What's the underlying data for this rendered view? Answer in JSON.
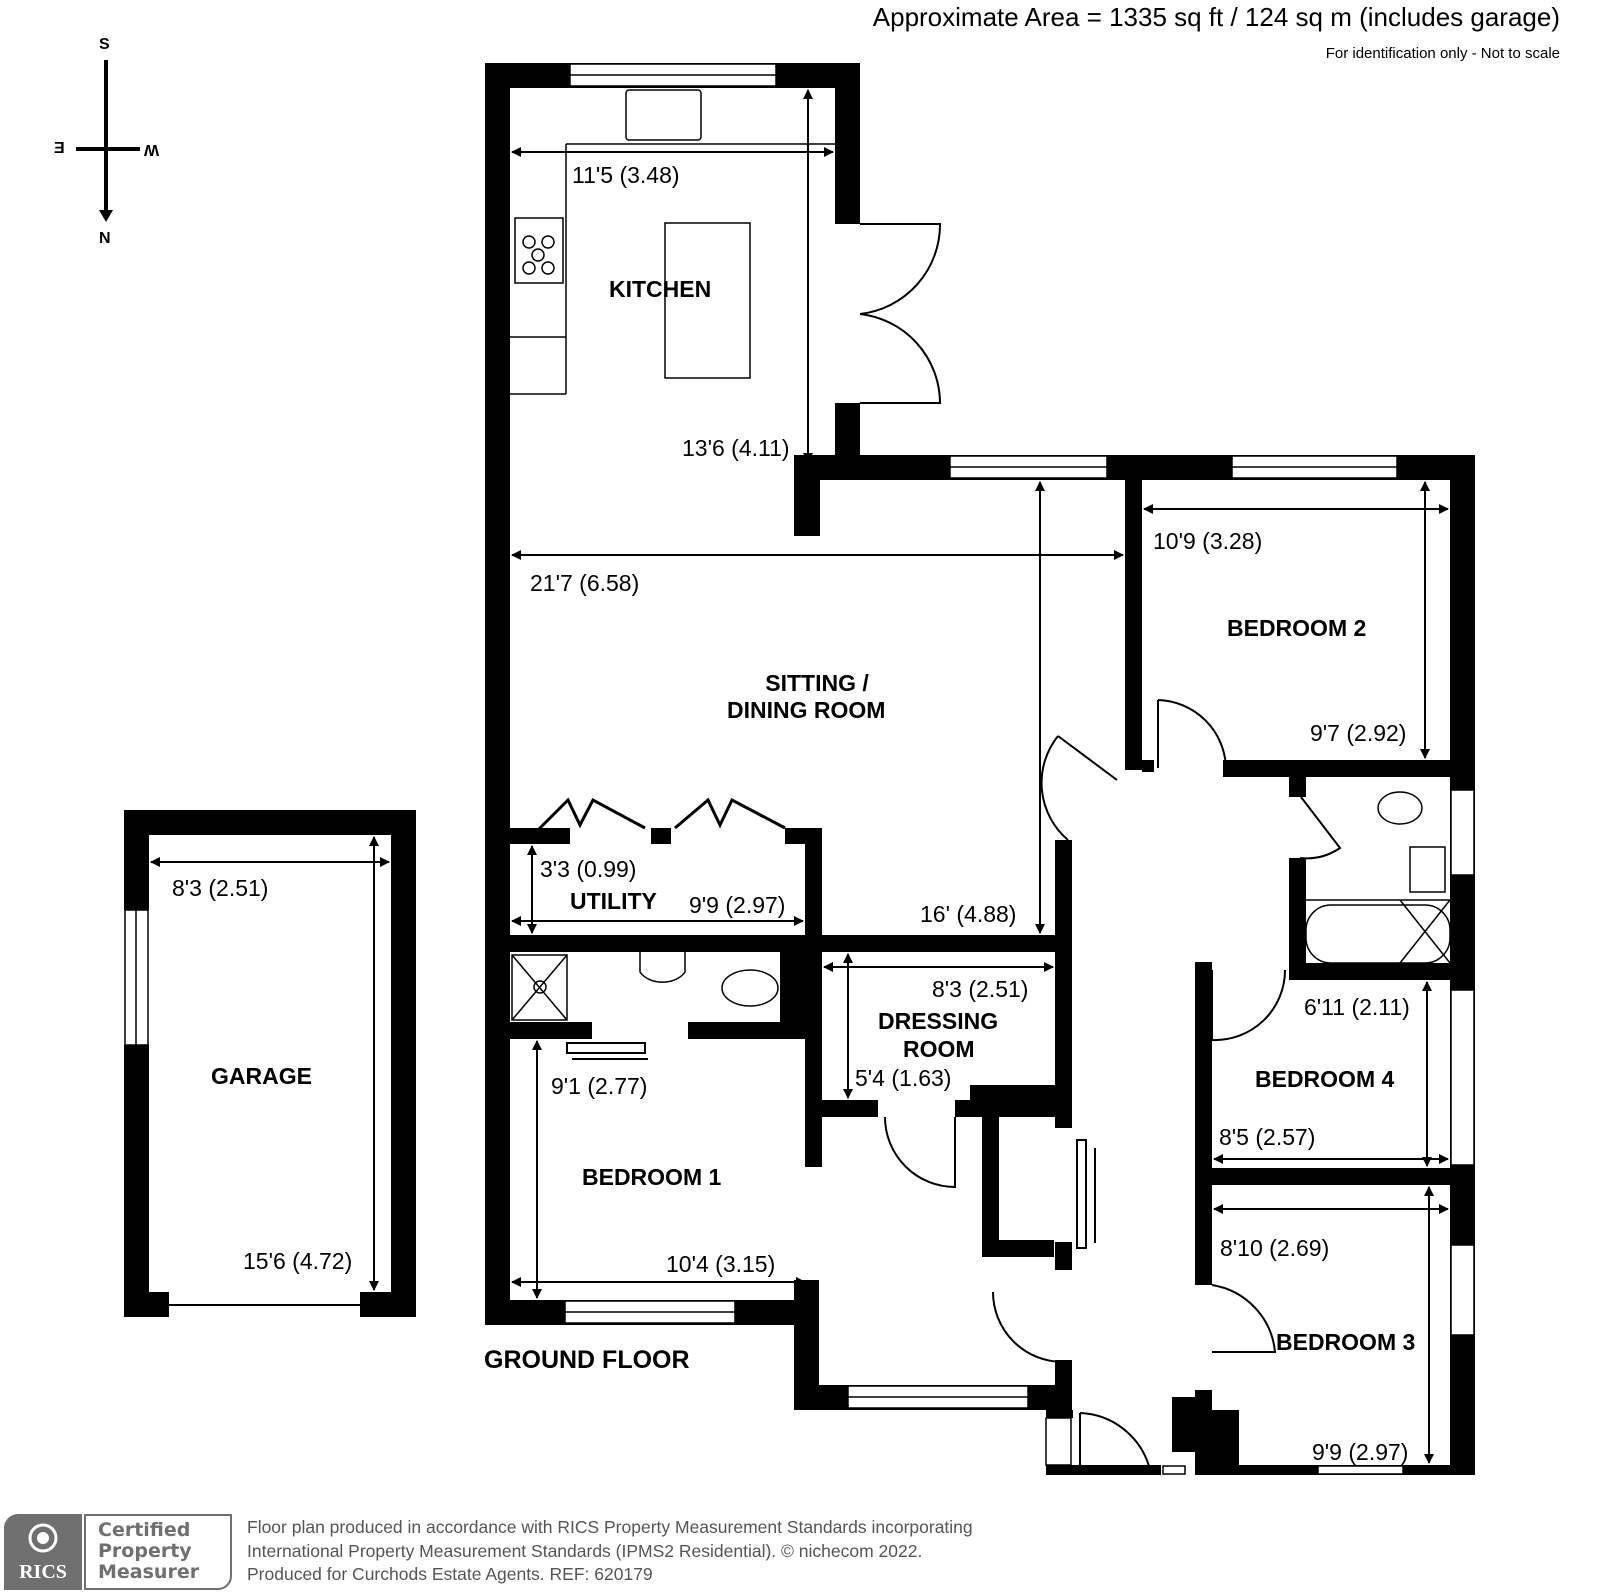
{
  "header": {
    "approximate_area": "Approximate Area = 1335 sq ft / 124 sq m (includes garage)",
    "disclaimer": "For identification only - Not to scale"
  },
  "compass": {
    "top": "S",
    "bottom": "N",
    "left": "E",
    "right": "W"
  },
  "floor_label": "GROUND FLOOR",
  "rooms": {
    "kitchen": {
      "name": "KITCHEN",
      "width": "11'5 (3.48)",
      "length": "13'6 (4.11)"
    },
    "sitting": {
      "name_line1": "SITTING /",
      "name_line2": "DINING ROOM",
      "width": "21'7 (6.58)",
      "length": "16' (4.88)"
    },
    "utility": {
      "name": "UTILITY",
      "width": "9'9 (2.97)",
      "length": "3'3 (0.99)"
    },
    "bedroom2": {
      "name": "BEDROOM 2",
      "width": "10'9 (3.28)",
      "length": "9'7 (2.92)"
    },
    "dressing": {
      "name_line1": "DRESSING",
      "name_line2": "ROOM",
      "width": "8'3 (2.51)",
      "length": "5'4 (1.63)"
    },
    "bedroom1": {
      "name": "BEDROOM 1",
      "width": "10'4 (3.15)",
      "length": "9'1 (2.77)"
    },
    "bedroom4": {
      "name": "BEDROOM 4",
      "width": "8'5 (2.57)",
      "length": "6'11 (2.11)"
    },
    "bedroom3": {
      "name": "BEDROOM 3",
      "width": "8'10 (2.69)",
      "length": "9'9 (2.97)"
    },
    "garage": {
      "name": "GARAGE",
      "width": "8'3 (2.51)",
      "length": "15'6 (4.72)"
    }
  },
  "footer": {
    "badge_org": "RICS",
    "badge_line1": "Certified",
    "badge_line2": "Property",
    "badge_line3": "Measurer",
    "line1": "Floor plan produced in accordance with RICS Property Measurement Standards incorporating",
    "line2": "International Property Measurement Standards (IPMS2 Residential).   © nichecom 2022.",
    "line3": "Produced for Curchods Estate Agents.   REF: 620179"
  },
  "colors": {
    "wall": "#000000",
    "background": "#ffffff",
    "footer_text": "#555555",
    "badge_grey": "#6f6f6f"
  }
}
